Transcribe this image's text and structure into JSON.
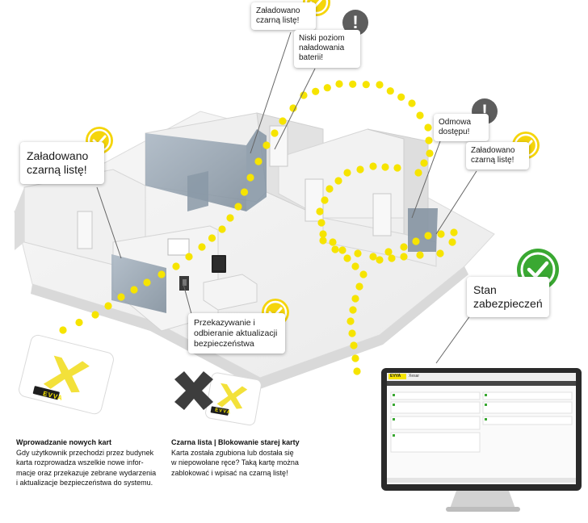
{
  "callouts": {
    "top_blacklist": {
      "line1": "Załadowano",
      "line2": "czarną listę!"
    },
    "low_battery": {
      "line1": "Niski poziom",
      "line2": "naładowania",
      "line3": "baterii!"
    },
    "left_blacklist": {
      "line1": "Załadowano",
      "line2": "czarną listę!"
    },
    "access_denied": {
      "line1": "Odmowa",
      "line2": "dostępu!"
    },
    "right_blacklist": {
      "line1": "Załadowano",
      "line2": "czarną listę!"
    },
    "transfer_update": {
      "line1": "Przekazywanie i",
      "line2": "odbieranie aktualizacji",
      "line3": "bezpieczeństwa"
    },
    "security_status": {
      "line1": "Stan",
      "line2": "zabezpieczeń"
    }
  },
  "captions": {
    "new_cards": {
      "title": "Wprowadzanie nowych kart",
      "lines": [
        "Gdy użytkownik przechodzi przez budynek",
        "karta rozprowadza wszelkie nowe infor-",
        "macje oraz przekazuje zebrane wydarzenia",
        "i aktualizacje bezpieczeństwa do systemu."
      ]
    },
    "blacklist": {
      "title": "Czarna lista | Blokowanie starej karty",
      "lines": [
        "Karta została zgubiona lub dostała się",
        "w niepowołane ręce? Taką kartę można",
        "zablokować i wpisać na czarną listę!"
      ]
    }
  },
  "cards": {
    "brand": "EVVA"
  },
  "monitor": {
    "brand": "EVVA",
    "app_name": "Xesar"
  },
  "icons": {
    "check": "check-circle-icon",
    "warning": "exclamation-icon",
    "cross": "cross-icon"
  },
  "colors": {
    "accent_yellow": "#f6e400",
    "check_yellow": "#f5d50b",
    "check_green": "#3aa832",
    "warning_gray": "#5d5d5d",
    "glass": "#9aa9b7"
  }
}
